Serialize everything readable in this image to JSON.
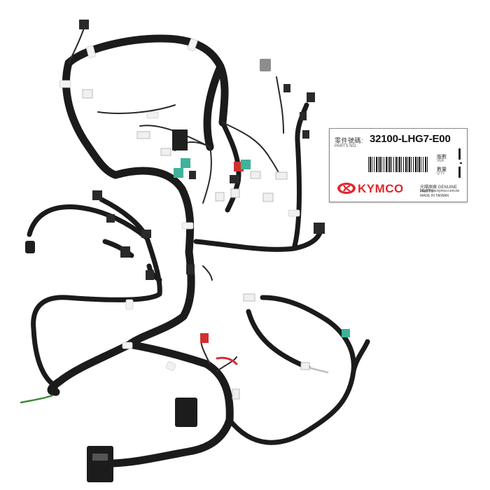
{
  "label": {
    "part_no_caption_zh": "零件號碼:",
    "part_no_caption_en": "PARTS NO.",
    "part_no": "32100-LHG7-E00",
    "version_caption_zh": "版數",
    "version_caption_en": "VER",
    "quantity_caption_zh": "數量",
    "quantity_caption_en": "Q'TY",
    "brand": "KYMCO",
    "genuine_zh": "光陽原廠 GENUINE PARTS",
    "url": "http://www.kymco.com.tw",
    "made_in": "MADE IN TAIWAN"
  },
  "colors": {
    "brand_red": "#e4262b",
    "wire_black": "#1b1b1b",
    "tape_white": "#f2f2f2",
    "connector_green": "#3fb29a",
    "connector_red": "#d2302f"
  },
  "subject": {
    "icon": "wiring-harness-photo"
  }
}
